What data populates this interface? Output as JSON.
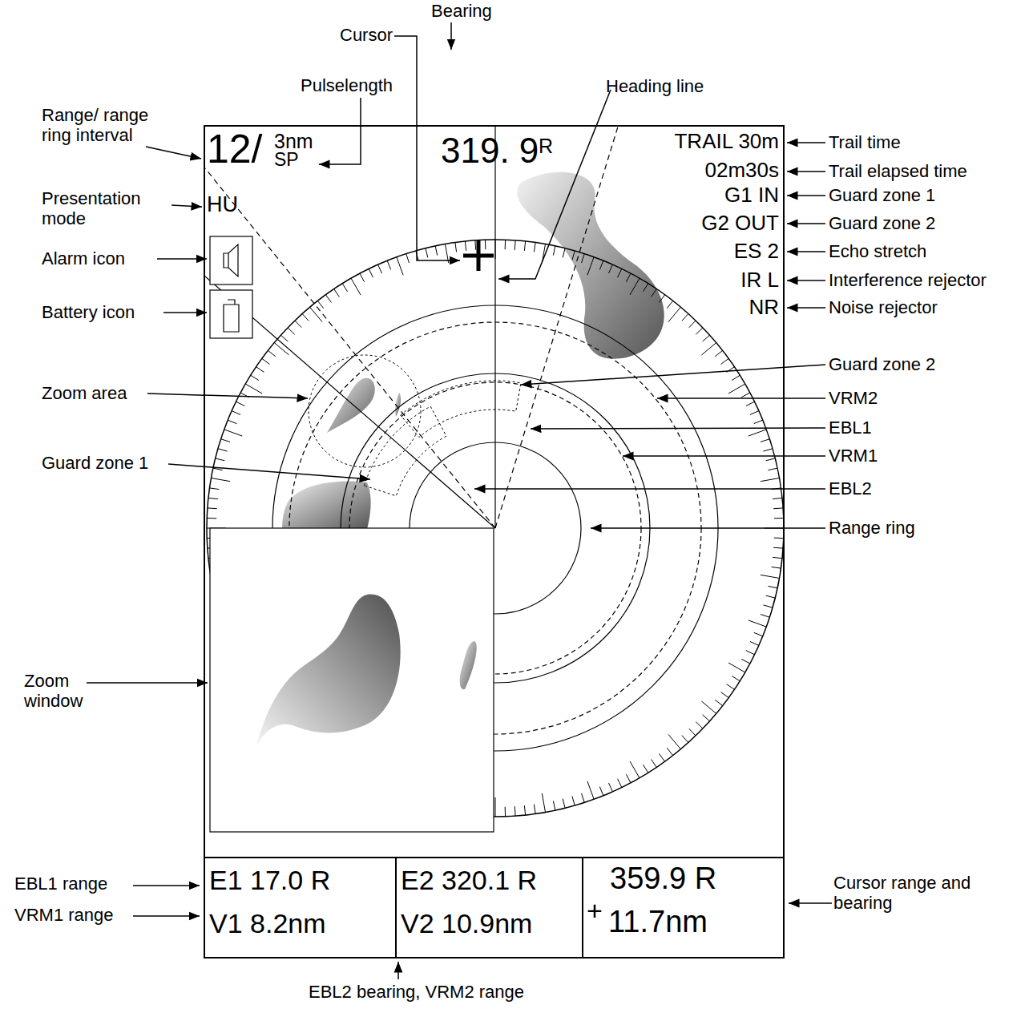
{
  "diagram": {
    "nodes": [
      {
        "text": [
          "E1 17.0 R",
          "V1 8.2nm"
        ]
      },
      {
        "text": [
          "E2 320.1 R",
          "V2 10.9nm"
        ]
      },
      {
        "text": [
          "+",
          "359.9 R",
          "11.7nm"
        ]
      }
    ],
    "labels": [
      "Range/ range ring interval",
      "Pulselength",
      "Cursor",
      "Bearing",
      "Heading line",
      "Presentation mode",
      "Alarm icon",
      "Battery icon",
      "Zoom area",
      "Guard zone 1",
      "Zoom window",
      "EBL1 range",
      "VRM1 range",
      "EBL2 bearing, VRM2 range",
      "Cursor range and bearing",
      "Trail time",
      "Trail elapsed time",
      "Guard zone 1",
      "Guard zone 2",
      "Echo stretch",
      "Interference rejector",
      "Noise rejector",
      "Guard zone 2",
      "VRM2",
      "EBL1",
      "VRM1",
      "EBL2",
      "Range ring",
      "12/",
      "3nm",
      "SP",
      "319. 9",
      "R",
      "HU",
      "TRAIL 30m",
      "02m30s",
      "G1 IN",
      "G2 OUT",
      "ES 2",
      "IR L",
      "NR"
    ]
  }
}
